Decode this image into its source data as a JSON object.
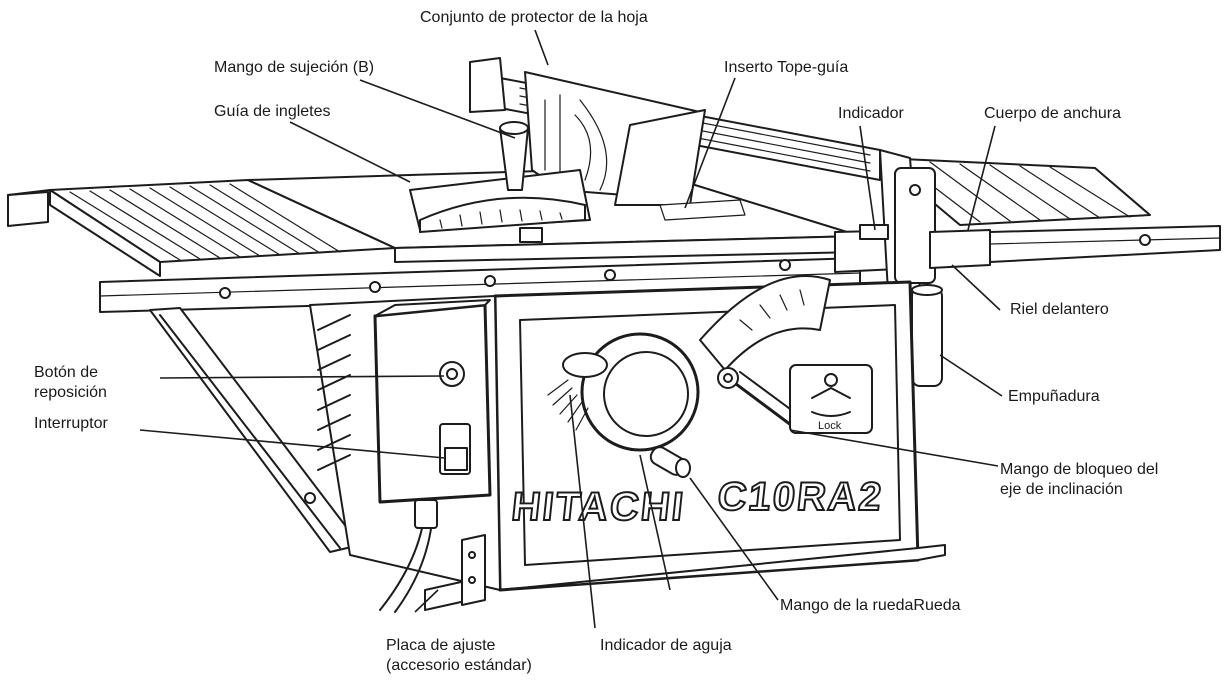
{
  "labels": {
    "blade_guard": "Conjunto de protector de la hoja",
    "clamp_handle": "Mango de sujeción (B)",
    "fence_insert": "Inserto Tope-guía",
    "miter_guide": "Guía de ingletes",
    "indicator": "Indicador",
    "width_body": "Cuerpo de anchura",
    "front_rail": "Riel delantero",
    "reset_button_line1": "Botón de",
    "reset_button_line2": "reposición",
    "switch": "Interruptor",
    "grip": "Empuñadura",
    "tilt_lock_line1": "Mango de bloqueo del",
    "tilt_lock_line2": "eje de inclinación",
    "wheel_handle": "Mango de la ruedaRueda",
    "adjust_plate_line1": "Placa de ajuste",
    "adjust_plate_line2": "(accesorio estándar)",
    "needle_indicator": "Indicador de aguja"
  },
  "machine": {
    "brand": "HITACHI",
    "model": "C10RA2",
    "lock_mark": "Lock"
  }
}
